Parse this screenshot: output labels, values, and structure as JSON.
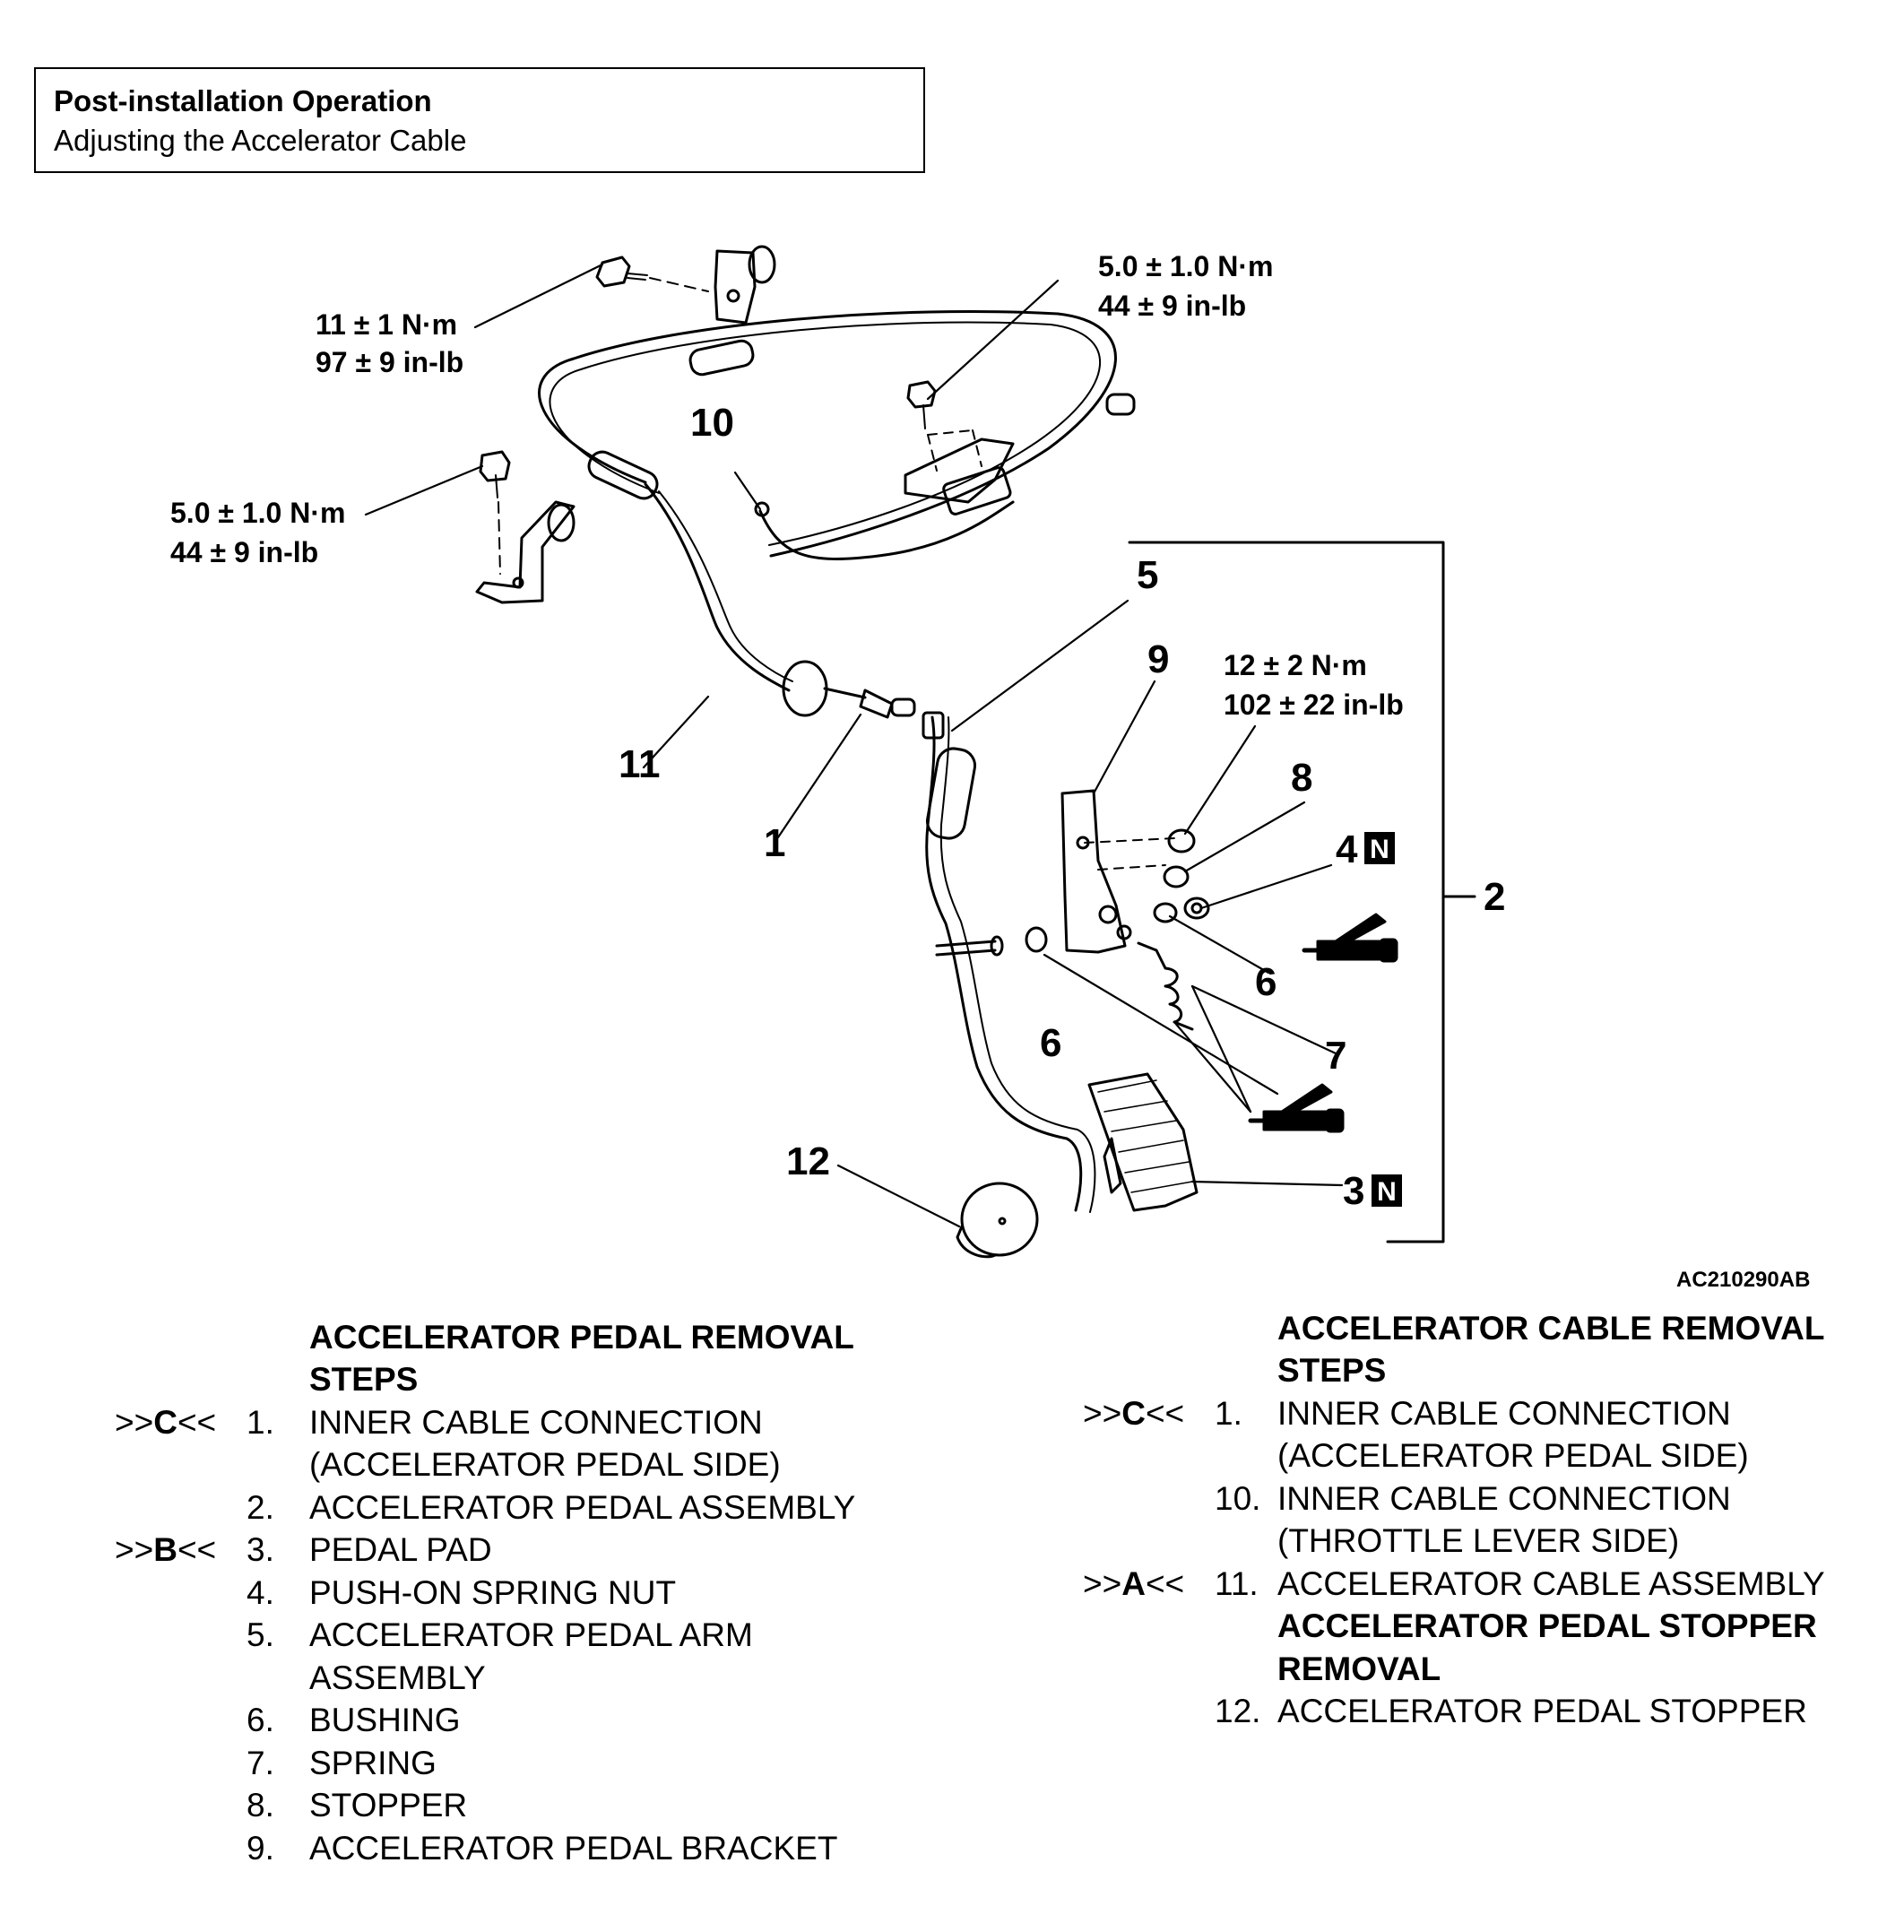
{
  "header": {
    "title": "Post-installation Operation",
    "subtitle": "Adjusting the Accelerator Cable"
  },
  "diagram": {
    "torques": {
      "bracket_top": [
        "11 ± 1 N·m",
        "97 ± 9 in-lb"
      ],
      "bracket_left": [
        "5.0 ± 1.0 N·m",
        "44 ± 9 in-lb"
      ],
      "bracket_right": [
        "5.0 ± 1.0 N·m",
        "44 ± 9 in-lb"
      ],
      "pedal_bracket": [
        "12 ± 2 N·m",
        "102 ± 22 in-lb"
      ]
    },
    "callouts": {
      "c1": "1",
      "c2": "2",
      "c3": "3",
      "c4": "4",
      "c5": "5",
      "c6a": "6",
      "c6b": "6",
      "c7": "7",
      "c8": "8",
      "c9": "9",
      "c10": "10",
      "c11": "11",
      "c12": "12"
    },
    "new_part_badge": "N",
    "figure_id": "AC210290AB"
  },
  "pedal_removal": {
    "heading": [
      "ACCELERATOR PEDAL REMOVAL",
      "STEPS"
    ],
    "items": [
      {
        "mark_pre": ">>",
        "mark_letter": "C",
        "mark_post": "<<",
        "num": "1.",
        "lines": [
          "INNER CABLE CONNECTION",
          "(ACCELERATOR PEDAL SIDE)"
        ]
      },
      {
        "num": "2.",
        "lines": [
          "ACCELERATOR PEDAL ASSEMBLY"
        ]
      },
      {
        "mark_pre": ">>",
        "mark_letter": "B",
        "mark_post": "<<",
        "num": "3.",
        "lines": [
          "PEDAL PAD"
        ]
      },
      {
        "num": "4.",
        "lines": [
          "PUSH-ON SPRING NUT"
        ]
      },
      {
        "num": "5.",
        "lines": [
          "ACCELERATOR PEDAL ARM",
          "ASSEMBLY"
        ]
      },
      {
        "num": "6.",
        "lines": [
          "BUSHING"
        ]
      },
      {
        "num": "7.",
        "lines": [
          "SPRING"
        ]
      },
      {
        "num": "8.",
        "lines": [
          "STOPPER"
        ]
      },
      {
        "num": "9.",
        "lines": [
          "ACCELERATOR PEDAL BRACKET"
        ]
      }
    ]
  },
  "cable_removal": {
    "heading": [
      "ACCELERATOR CABLE REMOVAL",
      "STEPS"
    ],
    "items": [
      {
        "mark_pre": ">>",
        "mark_letter": "C",
        "mark_post": "<<",
        "num": "1.",
        "lines": [
          "INNER CABLE CONNECTION",
          "(ACCELERATOR PEDAL SIDE)"
        ]
      },
      {
        "num": "10.",
        "lines": [
          "INNER CABLE CONNECTION",
          "(THROTTLE LEVER SIDE)"
        ]
      },
      {
        "mark_pre": ">>",
        "mark_letter": "A",
        "mark_post": "<<",
        "num": "11.",
        "lines": [
          "ACCELERATOR CABLE ASSEMBLY"
        ]
      }
    ],
    "stopper_heading": [
      "ACCELERATOR PEDAL STOPPER",
      "REMOVAL"
    ],
    "stopper_items": [
      {
        "num": "12.",
        "lines": [
          "ACCELERATOR PEDAL STOPPER"
        ]
      }
    ]
  }
}
